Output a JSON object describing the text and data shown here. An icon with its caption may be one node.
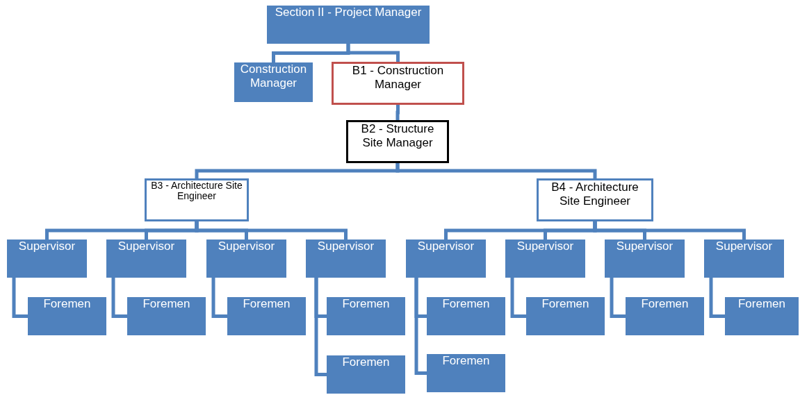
{
  "diagram": {
    "nodes": [
      {
        "text": [
          "Section II - Project Manager"
        ]
      },
      {
        "text": [
          "Construction Manager"
        ]
      },
      {
        "text": [
          "B1 - Construction Manager"
        ]
      },
      {
        "text": [
          "B2 - Structure Site Manager"
        ]
      },
      {
        "text": [
          "B3 - Architecture Site Engineer"
        ]
      },
      {
        "text": [
          "B4 - Architecture Site Engineer"
        ]
      },
      {
        "text": [
          "Supervisor"
        ]
      },
      {
        "text": [
          "Supervisor"
        ]
      },
      {
        "text": [
          "Supervisor"
        ]
      },
      {
        "text": [
          "Supervisor"
        ]
      },
      {
        "text": [
          "Supervisor"
        ]
      },
      {
        "text": [
          "Supervisor"
        ]
      },
      {
        "text": [
          "Supervisor"
        ]
      },
      {
        "text": [
          "Supervisor"
        ]
      },
      {
        "text": [
          "Foremen"
        ]
      },
      {
        "text": [
          "Foremen"
        ]
      },
      {
        "text": [
          "Foremen"
        ]
      },
      {
        "text": [
          "Foremen"
        ]
      },
      {
        "text": [
          "Foremen"
        ]
      },
      {
        "text": [
          "Foremen"
        ]
      },
      {
        "text": [
          "Foremen"
        ]
      },
      {
        "text": [
          "Foremen"
        ]
      },
      {
        "text": [
          "Foremen"
        ]
      },
      {
        "text": [
          "Foremen"
        ]
      }
    ],
    "edges": [
      {
        "from": 0,
        "to": 1,
        "arrow": "none"
      },
      {
        "from": 0,
        "to": 2,
        "arrow": "none"
      },
      {
        "from": 2,
        "to": 3,
        "arrow": "none"
      },
      {
        "from": 3,
        "to": 4,
        "arrow": "none"
      },
      {
        "from": 3,
        "to": 5,
        "arrow": "none"
      },
      {
        "from": 4,
        "to": 6,
        "arrow": "none"
      },
      {
        "from": 4,
        "to": 7,
        "arrow": "none"
      },
      {
        "from": 4,
        "to": 8,
        "arrow": "none"
      },
      {
        "from": 4,
        "to": 9,
        "arrow": "none"
      },
      {
        "from": 5,
        "to": 10,
        "arrow": "none"
      },
      {
        "from": 5,
        "to": 11,
        "arrow": "none"
      },
      {
        "from": 5,
        "to": 12,
        "arrow": "none"
      },
      {
        "from": 5,
        "to": 13,
        "arrow": "none"
      },
      {
        "from": 6,
        "to": 14,
        "arrow": "none"
      },
      {
        "from": 7,
        "to": 15,
        "arrow": "none"
      },
      {
        "from": 8,
        "to": 16,
        "arrow": "none"
      },
      {
        "from": 9,
        "to": 17,
        "arrow": "none"
      },
      {
        "from": 9,
        "to": 18,
        "arrow": "none"
      },
      {
        "from": 10,
        "to": 19,
        "arrow": "none"
      },
      {
        "from": 10,
        "to": 20,
        "arrow": "none"
      },
      {
        "from": 11,
        "to": 21,
        "arrow": "none"
      },
      {
        "from": 12,
        "to": 22,
        "arrow": "none"
      },
      {
        "from": 13,
        "to": 23,
        "arrow": "none"
      }
    ]
  }
}
